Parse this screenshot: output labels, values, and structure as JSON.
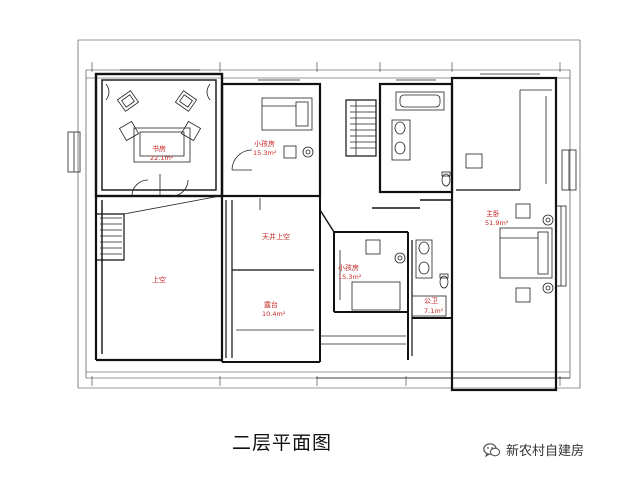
{
  "plan_title": "二层平面图",
  "watermark": "新农村自建房",
  "rooms": {
    "study": {
      "name": "书房",
      "area": "22.1m²"
    },
    "kid_room_1": {
      "name": "小孩房",
      "area": "15.3m²"
    },
    "void": {
      "name": "上空"
    },
    "patio_void": {
      "name": "天井上空"
    },
    "terrace": {
      "name": "露台",
      "area": "10.4m²"
    },
    "kid_room_2": {
      "name": "小孩房",
      "area": "15.3m²"
    },
    "public_bath": {
      "name": "公卫",
      "area": "7.1m²"
    },
    "master_bedroom": {
      "name": "主卧",
      "area": "51.9m²"
    }
  },
  "colors": {
    "label": "#c62828",
    "line": "#111111"
  },
  "icons": {
    "watermark": "wechat-icon"
  }
}
